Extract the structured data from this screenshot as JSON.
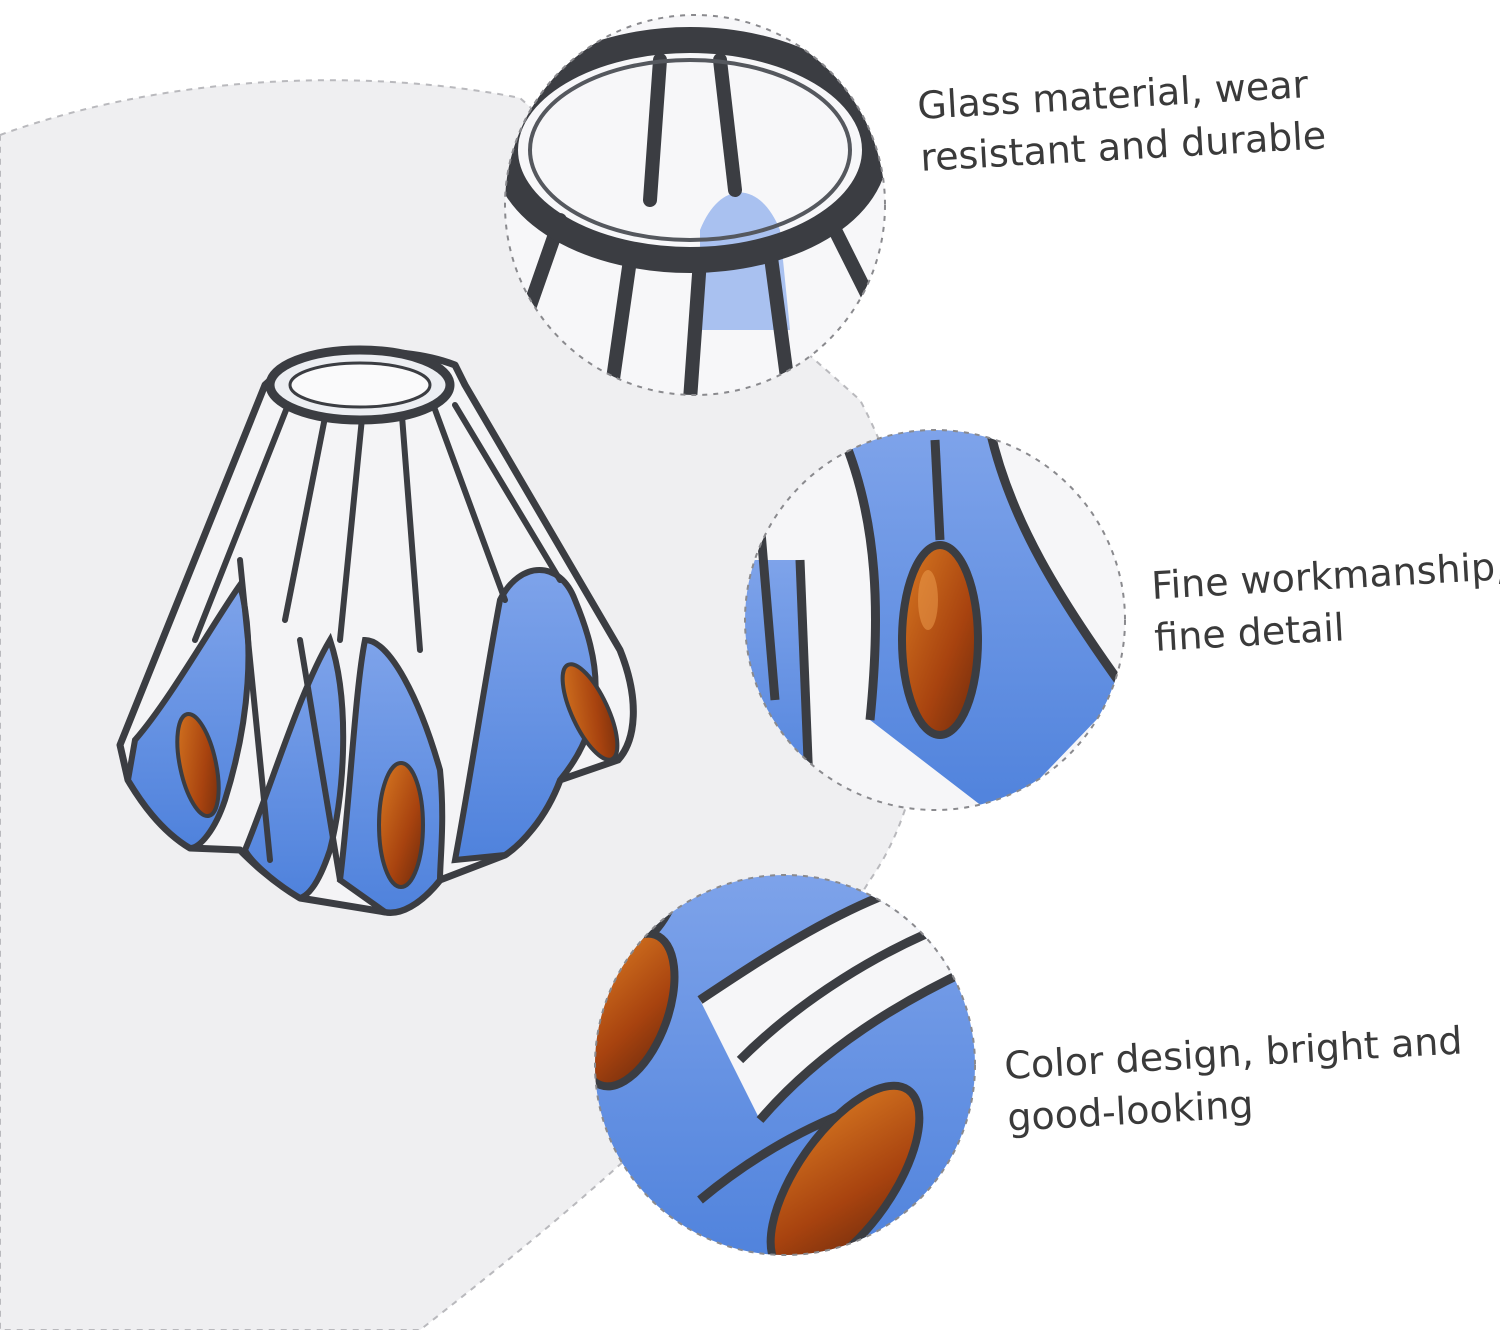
{
  "colors": {
    "background_panel": "#efeff1",
    "glass_white": "#f6f6f8",
    "glass_blue": "#5f8fe0",
    "glass_blue_light": "#8fb2ee",
    "lead_came": "#3b3d42",
    "amber_bead": "#8a3712",
    "amber_bead_light": "#d06c1a",
    "caption_text": "#3a3a3a"
  },
  "features": [
    {
      "lines": [
        "Glass material, wear",
        "resistant and durable"
      ]
    },
    {
      "lines": [
        "Fine workmanship,",
        "fine detail"
      ]
    },
    {
      "lines": [
        "Color design, bright and",
        "good-looking"
      ]
    }
  ]
}
